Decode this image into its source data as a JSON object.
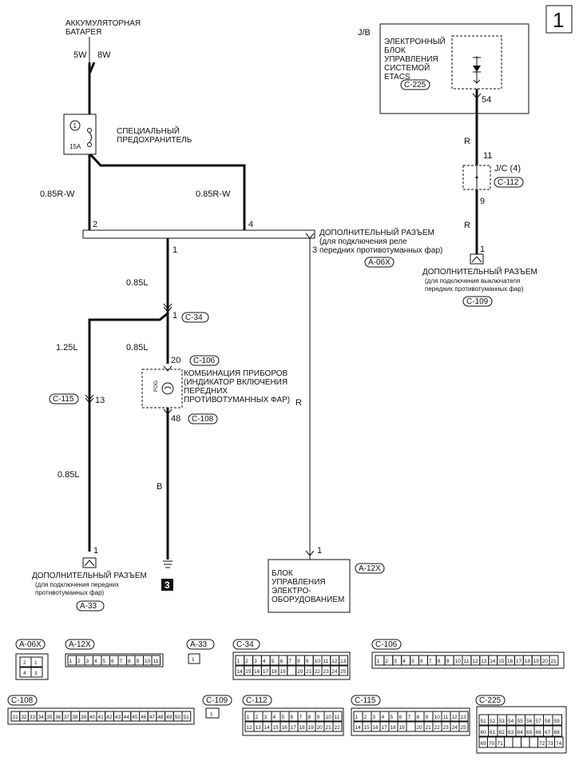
{
  "page_number": "1",
  "battery": {
    "label_line1": "АККУМУЛЯТОРНАЯ",
    "label_line2": "БАТАРЕЯ",
    "wire_a": "5W",
    "wire_b": "8W"
  },
  "fuse": {
    "number": "1",
    "rating": "15A",
    "label_line1": "СПЕЦИАЛЬНЫЙ",
    "label_line2": "ПРЕДОХРАНИТЕЛЬ"
  },
  "wires": {
    "fuse_left": "0.85R-W",
    "fuse_right": "0.85R-W",
    "pin1_down": "0.85L",
    "c34_left": "1.25L",
    "c34_down": "0.85L",
    "c115_down": "0.85L",
    "ground_wire": "B",
    "pin3_wire": "R",
    "etacs_r1": "R",
    "etacs_r2": "R"
  },
  "pins": {
    "join_2": "2",
    "join_4": "4",
    "join_1": "1",
    "join_3": "3",
    "c34_pin": "1",
    "c106_pin": "20",
    "c108_pin": "48",
    "c115_pin": "13",
    "a33_pin": "1",
    "a12x_pin": "1",
    "etacs_pin": "54",
    "jc_in": "11",
    "jc_out": "9",
    "c109_pin": "1"
  },
  "joint_connector": {
    "line1": "ДОПОЛНИТЕЛЬНЫЙ РАЗЪЕМ",
    "line2": "(для подключения реле",
    "line3": "передних противотуманных фар)",
    "tag": "A-06X"
  },
  "connector_tags": {
    "c34": "C-34",
    "c106": "C-106",
    "c108": "C-108",
    "c115": "C-115",
    "c112": "C-112",
    "c109": "C-109",
    "c225": "C-225",
    "a33": "A-33",
    "a12x": "A-12X"
  },
  "cluster": {
    "line1": "КОМБИНАЦИЯ ПРИБОРОВ",
    "line2": "(ИНДИКАТОР ВКЛЮЧЕНИЯ",
    "line3": "ПЕРЕДНИХ",
    "line4": "ПРОТИВОТУМАННЫХ ФАР)",
    "fog": "FOG"
  },
  "etacs": {
    "jb": "J/B",
    "line1": "ЭЛЕКТРОННЫЙ",
    "line2": "БЛОК",
    "line3": "УПРАВЛЕНИЯ",
    "line4": "СИСТЕМОЙ",
    "line5": "ETACS"
  },
  "jc4": "J/C (4)",
  "c109_connector": {
    "line1": "ДОПОЛНИТЕЛЬНЫЙ РАЗЪЕМ",
    "line2": "(для подключения выключателя",
    "line3": "передних противотуманных фар)"
  },
  "a33_connector": {
    "line1": "ДОПОЛНИТЕЛЬНЫЙ РАЗЪЕМ",
    "line2": "(для подключения передних",
    "line3": "противотуманных фар)"
  },
  "ground_ref": "3",
  "ecu": {
    "line1": "БЛОК",
    "line2": "УПРАВЛЕНИЯ",
    "line3": "ЭЛЕКТРО-",
    "line4": "ОБОРУДОВАНИЕМ"
  },
  "legend": {
    "a06x": {
      "tag": "A-06X",
      "pins": [
        "2",
        "1",
        "4",
        "3"
      ]
    },
    "a12x": {
      "tag": "A-12X",
      "pins": [
        "1",
        "2",
        "3",
        "4",
        "5",
        "6",
        "7",
        "8",
        "9",
        "10",
        "11"
      ]
    },
    "a33": {
      "tag": "A-33",
      "pins": [
        "1"
      ]
    },
    "c34": {
      "tag": "C-34",
      "row1": [
        "1",
        "2",
        "3",
        "4",
        "5",
        "6",
        "7",
        "8",
        "9",
        "10",
        "11",
        "12",
        "13"
      ],
      "row2": [
        "14",
        "15",
        "16",
        "17",
        "18",
        "19",
        "",
        "20",
        "21",
        "22",
        "23",
        "24",
        "25"
      ]
    },
    "c106": {
      "tag": "C-106",
      "pins": [
        "1",
        "2",
        "3",
        "4",
        "5",
        "6",
        "7",
        "8",
        "9",
        "10",
        "11",
        "12",
        "13",
        "14",
        "15",
        "16",
        "17",
        "18",
        "19",
        "20",
        "21"
      ]
    },
    "c108": {
      "tag": "C-108",
      "pins": [
        "31",
        "32",
        "33",
        "34",
        "35",
        "36",
        "37",
        "38",
        "39",
        "40",
        "41",
        "42",
        "43",
        "44",
        "45",
        "46",
        "47",
        "48",
        "49",
        "50",
        "51"
      ]
    },
    "c109": {
      "tag": "C-109",
      "pins": [
        "1"
      ]
    },
    "c112": {
      "tag": "C-112",
      "row1": [
        "1",
        "2",
        "3",
        "4",
        "5",
        "6",
        "7",
        "8",
        "9",
        "10",
        "11"
      ],
      "row2": [
        "12",
        "13",
        "14",
        "15",
        "16",
        "17",
        "18",
        "19",
        "20",
        "21",
        "22"
      ]
    },
    "c115": {
      "tag": "C-115",
      "row1": [
        "1",
        "2",
        "3",
        "4",
        "5",
        "6",
        "7",
        "8",
        "9",
        "10",
        "11",
        "12",
        "13"
      ],
      "row2": [
        "14",
        "15",
        "16",
        "17",
        "18",
        "19",
        "",
        "20",
        "21",
        "22",
        "23",
        "24",
        "25"
      ]
    },
    "c225": {
      "tag": "C-225",
      "row1": [
        "51",
        "52",
        "53",
        "54",
        "55",
        "56",
        "57",
        "58",
        "59"
      ],
      "row2": [
        "60",
        "61",
        "62",
        "63",
        "64",
        "65",
        "66",
        "67",
        "68"
      ],
      "row3": [
        "69",
        "70",
        "71",
        "",
        "",
        "",
        "",
        "72",
        "73",
        "74"
      ]
    }
  }
}
